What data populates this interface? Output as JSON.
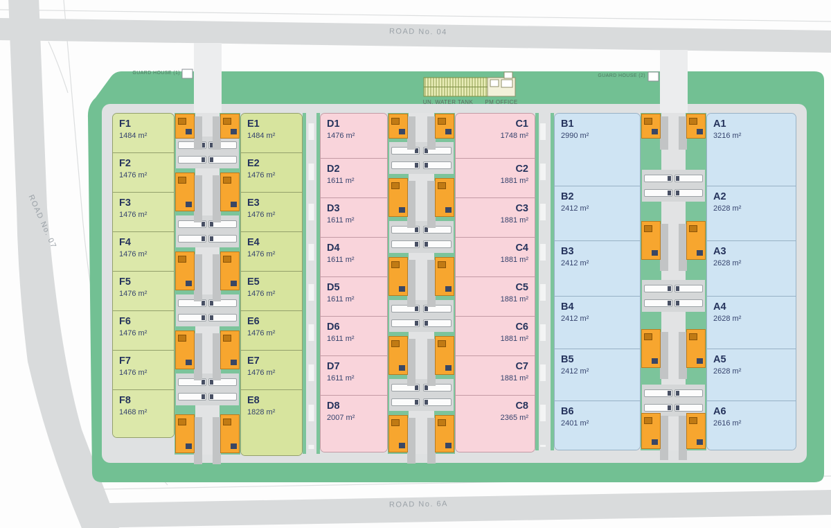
{
  "roads": {
    "top": "ROAD No. 04",
    "bottom": "ROAD No. 6A",
    "left": "ROAD No. 07"
  },
  "guard_houses": {
    "gh1": "GUARD HOUSE (1)",
    "gh2": "GUARD HOUSE (2)"
  },
  "facilities": {
    "water_tank": "UN. WATER TANK",
    "pm_office": "PM OFFICE"
  },
  "area_unit": "m²",
  "colors": {
    "site_green": "#72c093",
    "corridor_green": "#7cc49b",
    "ring_road": "#dfe1e2",
    "road_gray": "#d9dbdc",
    "dock_orange": "#f7a62f",
    "label_navy": "#25335c",
    "road_label_gray": "#9aa1a7",
    "lot_green": "#dce8aa",
    "lot_pink": "#f9d4db",
    "lot_blue": "#cfe4f3"
  },
  "lot_columns": [
    {
      "name": "F",
      "fill": "#dce8aa",
      "border": "#93a06b",
      "label_align": "left",
      "lots": [
        {
          "id": "F1",
          "area": "1484"
        },
        {
          "id": "F2",
          "area": "1476"
        },
        {
          "id": "F3",
          "area": "1476"
        },
        {
          "id": "F4",
          "area": "1476"
        },
        {
          "id": "F5",
          "area": "1476"
        },
        {
          "id": "F6",
          "area": "1476"
        },
        {
          "id": "F7",
          "area": "1476"
        },
        {
          "id": "F8",
          "area": "1468"
        }
      ]
    },
    {
      "name": "E",
      "fill": "#d7e49e",
      "border": "#93a06b",
      "label_align": "left",
      "lots": [
        {
          "id": "E1",
          "area": "1484"
        },
        {
          "id": "E2",
          "area": "1476"
        },
        {
          "id": "E3",
          "area": "1476"
        },
        {
          "id": "E4",
          "area": "1476"
        },
        {
          "id": "E5",
          "area": "1476"
        },
        {
          "id": "E6",
          "area": "1476"
        },
        {
          "id": "E7",
          "area": "1476"
        },
        {
          "id": "E8",
          "area": "1828"
        }
      ]
    },
    {
      "name": "D",
      "fill": "#f9d4db",
      "border": "#c39aa4",
      "label_align": "left",
      "lots": [
        {
          "id": "D1",
          "area": "1476"
        },
        {
          "id": "D2",
          "area": "1611"
        },
        {
          "id": "D3",
          "area": "1611"
        },
        {
          "id": "D4",
          "area": "1611"
        },
        {
          "id": "D5",
          "area": "1611"
        },
        {
          "id": "D6",
          "area": "1611"
        },
        {
          "id": "D7",
          "area": "1611"
        },
        {
          "id": "D8",
          "area": "2007"
        }
      ]
    },
    {
      "name": "C",
      "fill": "#f9d4db",
      "border": "#c39aa4",
      "label_align": "right",
      "lots": [
        {
          "id": "C1",
          "area": "1748"
        },
        {
          "id": "C2",
          "area": "1881"
        },
        {
          "id": "C3",
          "area": "1881"
        },
        {
          "id": "C4",
          "area": "1881"
        },
        {
          "id": "C5",
          "area": "1881"
        },
        {
          "id": "C6",
          "area": "1881"
        },
        {
          "id": "C7",
          "area": "1881"
        },
        {
          "id": "C8",
          "area": "2365"
        }
      ]
    },
    {
      "name": "B",
      "fill": "#cfe4f3",
      "border": "#97b1c5",
      "label_align": "left",
      "lots": [
        {
          "id": "B1",
          "area": "2990"
        },
        {
          "id": "B2",
          "area": "2412"
        },
        {
          "id": "B3",
          "area": "2412"
        },
        {
          "id": "B4",
          "area": "2412"
        },
        {
          "id": "B5",
          "area": "2412"
        },
        {
          "id": "B6",
          "area": "2401"
        }
      ]
    },
    {
      "name": "A",
      "fill": "#cfe4f3",
      "border": "#97b1c5",
      "label_align": "left",
      "lots": [
        {
          "id": "A1",
          "area": "3216"
        },
        {
          "id": "A2",
          "area": "2628"
        },
        {
          "id": "A3",
          "area": "2628"
        },
        {
          "id": "A4",
          "area": "2628"
        },
        {
          "id": "A5",
          "area": "2628"
        },
        {
          "id": "A6",
          "area": "2616"
        }
      ]
    }
  ]
}
